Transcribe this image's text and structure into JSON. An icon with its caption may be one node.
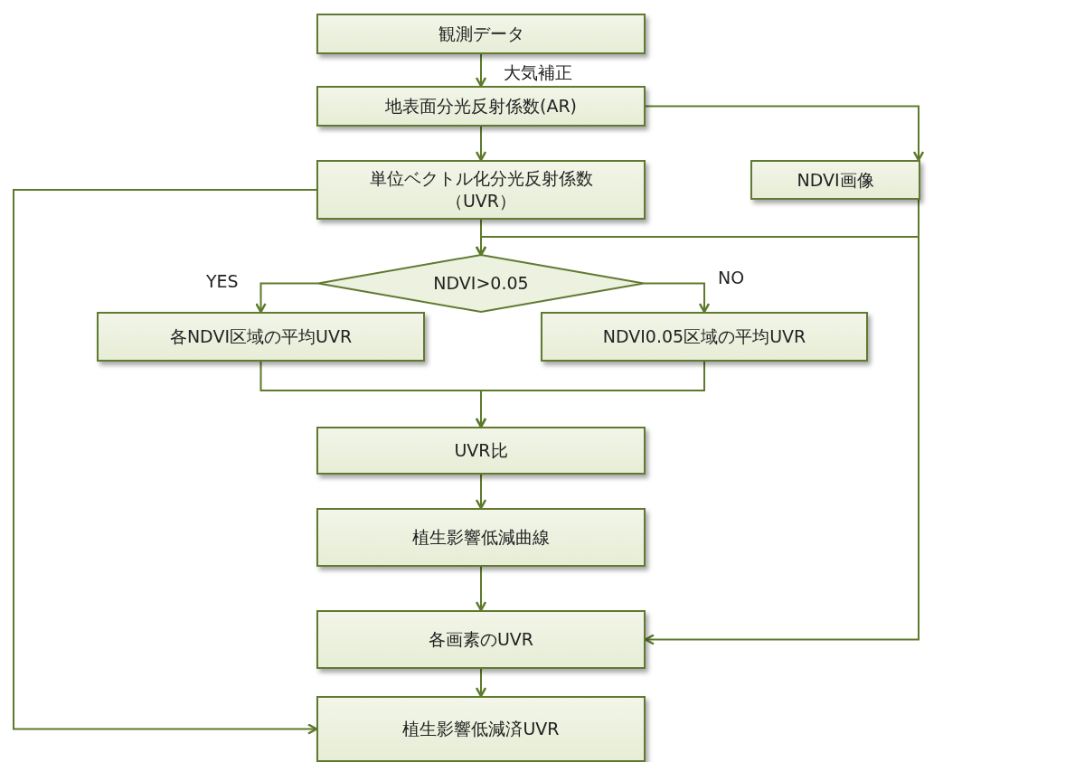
{
  "diagram": {
    "nodes": [
      {
        "text": [
          "観測データ"
        ]
      },
      {
        "text": [
          "地表面分光反射係数(AR)"
        ]
      },
      {
        "text": [
          "単位ベクトル化分光反射係数（UVR）"
        ]
      },
      {
        "text": [
          "NDVI画像"
        ]
      },
      {
        "text": [
          "NDVI>0.05"
        ]
      },
      {
        "text": [
          "各NDVI区域の平均UVR"
        ]
      },
      {
        "text": [
          "NDVI0.05区域の平均UVR"
        ]
      },
      {
        "text": [
          "UVR比"
        ]
      },
      {
        "text": [
          "植生影響低減曲線"
        ]
      },
      {
        "text": [
          "各画素のUVR"
        ]
      },
      {
        "text": [
          "植生影響低減済UVR"
        ]
      }
    ],
    "edges": [
      {
        "from": 0,
        "to": 1,
        "arrow": "to",
        "label": "大気補正"
      },
      {
        "from": 1,
        "to": 2,
        "arrow": "to"
      },
      {
        "from": 1,
        "to": 3,
        "arrow": "to"
      },
      {
        "from": 2,
        "to": 4,
        "arrow": "to"
      },
      {
        "from": 3,
        "to": 4,
        "arrow": "to"
      },
      {
        "from": 4,
        "to": 5,
        "arrow": "to",
        "label": "YES"
      },
      {
        "from": 4,
        "to": 6,
        "arrow": "to",
        "label": "NO"
      },
      {
        "from": 5,
        "to": 7,
        "arrow": "to"
      },
      {
        "from": 6,
        "to": 7,
        "arrow": "to"
      },
      {
        "from": 7,
        "to": 8,
        "arrow": "to"
      },
      {
        "from": 8,
        "to": 9,
        "arrow": "to"
      },
      {
        "from": 3,
        "to": 9,
        "arrow": "to"
      },
      {
        "from": 9,
        "to": 10,
        "arrow": "to"
      },
      {
        "from": 2,
        "to": 10,
        "arrow": "to"
      }
    ]
  }
}
